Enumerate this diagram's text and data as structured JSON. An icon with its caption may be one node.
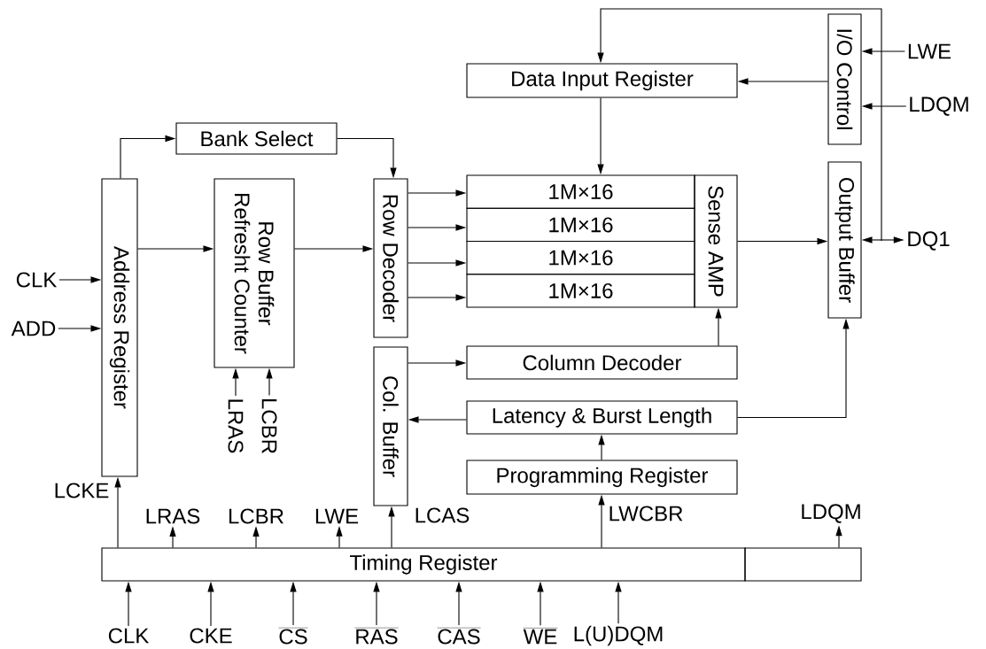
{
  "diagram": {
    "nodes": [
      {
        "text": [
          "Data Input Register"
        ]
      },
      {
        "text": [
          "I/O Control"
        ]
      },
      {
        "text": [
          "LWE"
        ]
      },
      {
        "text": [
          "LDQM"
        ]
      },
      {
        "text": [
          "Bank Select"
        ]
      },
      {
        "text": [
          "Address Register"
        ]
      },
      {
        "text": [
          "Row Buffer Refresht Counter"
        ]
      },
      {
        "text": [
          "Row Decoder"
        ]
      },
      {
        "text": [
          "1M×16"
        ]
      },
      {
        "text": [
          "1M×16"
        ]
      },
      {
        "text": [
          "1M×16"
        ]
      },
      {
        "text": [
          "1M×16"
        ]
      },
      {
        "text": [
          "Sense AMP"
        ]
      },
      {
        "text": [
          "Output Buffer"
        ]
      },
      {
        "text": [
          "DQ1"
        ]
      },
      {
        "text": [
          "CLK"
        ]
      },
      {
        "text": [
          "ADD"
        ]
      },
      {
        "text": [
          "Column Decoder"
        ]
      },
      {
        "text": [
          "Col. Buffer"
        ]
      },
      {
        "text": [
          "LRAS"
        ]
      },
      {
        "text": [
          "LCBR"
        ]
      },
      {
        "text": [
          "Latency & Burst Length"
        ]
      },
      {
        "text": [
          "Programming Register"
        ]
      },
      {
        "text": [
          "LRAS"
        ]
      },
      {
        "text": [
          "LCBR"
        ]
      },
      {
        "text": [
          "LWE"
        ]
      },
      {
        "text": [
          "LDQM"
        ]
      },
      {
        "text": [
          "Timing Register"
        ]
      },
      {
        "text": [],
        "shape": "box"
      },
      {
        "text": [
          "CLK"
        ]
      },
      {
        "text": [
          "CKE"
        ]
      },
      {
        "text": [
          "CS"
        ]
      },
      {
        "text": [
          "RAS"
        ]
      },
      {
        "text": [
          "CAS"
        ]
      },
      {
        "text": [
          "WE"
        ]
      },
      {
        "text": [
          "L(U)DQM"
        ]
      }
    ],
    "edges": [
      {
        "from": 5,
        "to": 4,
        "arrow": "to"
      },
      {
        "from": 4,
        "to": 7,
        "arrow": "to"
      },
      {
        "from": 5,
        "to": 6,
        "arrow": "to"
      },
      {
        "from": 6,
        "to": 7,
        "arrow": "to"
      },
      {
        "from": 7,
        "to": 8,
        "arrow": "to"
      },
      {
        "from": 7,
        "to": 9,
        "arrow": "to"
      },
      {
        "from": 7,
        "to": 10,
        "arrow": "to"
      },
      {
        "from": 7,
        "to": 11,
        "arrow": "to"
      },
      {
        "from": 0,
        "to": 8,
        "arrow": "to"
      },
      {
        "from": 1,
        "to": 0,
        "arrow": "to"
      },
      {
        "from": 2,
        "to": 1,
        "arrow": "to"
      },
      {
        "from": 3,
        "to": 1,
        "arrow": "to"
      },
      {
        "from": 12,
        "to": 13,
        "arrow": "to"
      },
      {
        "from": 13,
        "to": 14,
        "arrow": "both"
      },
      {
        "from": 14,
        "to": 0,
        "arrow": "to"
      },
      {
        "from": 15,
        "to": 5,
        "arrow": "to"
      },
      {
        "from": 16,
        "to": 5,
        "arrow": "to"
      },
      {
        "from": 18,
        "to": 17,
        "arrow": "to"
      },
      {
        "from": 17,
        "to": 12,
        "arrow": "to"
      },
      {
        "from": 21,
        "to": 18,
        "arrow": "to"
      },
      {
        "from": 21,
        "to": 13,
        "arrow": "to"
      },
      {
        "from": 22,
        "to": 21,
        "arrow": "to"
      },
      {
        "from": 19,
        "to": 6,
        "arrow": "to"
      },
      {
        "from": 20,
        "to": 6,
        "arrow": "to"
      },
      {
        "from": 27,
        "to": 5,
        "arrow": "to",
        "label": "LCKE"
      },
      {
        "from": 27,
        "to": 23,
        "arrow": "to"
      },
      {
        "from": 27,
        "to": 24,
        "arrow": "to"
      },
      {
        "from": 27,
        "to": 25,
        "arrow": "to"
      },
      {
        "from": 27,
        "to": 18,
        "arrow": "to",
        "label": "LCAS"
      },
      {
        "from": 27,
        "to": 22,
        "arrow": "to",
        "label": "LWCBR"
      },
      {
        "from": 28,
        "to": 26,
        "arrow": "to"
      },
      {
        "from": 29,
        "to": 27,
        "arrow": "to"
      },
      {
        "from": 30,
        "to": 27,
        "arrow": "to"
      },
      {
        "from": 31,
        "to": 27,
        "arrow": "to"
      },
      {
        "from": 32,
        "to": 27,
        "arrow": "to"
      },
      {
        "from": 33,
        "to": 27,
        "arrow": "to"
      },
      {
        "from": 34,
        "to": 27,
        "arrow": "to"
      },
      {
        "from": 35,
        "to": 27,
        "arrow": "to"
      }
    ]
  }
}
